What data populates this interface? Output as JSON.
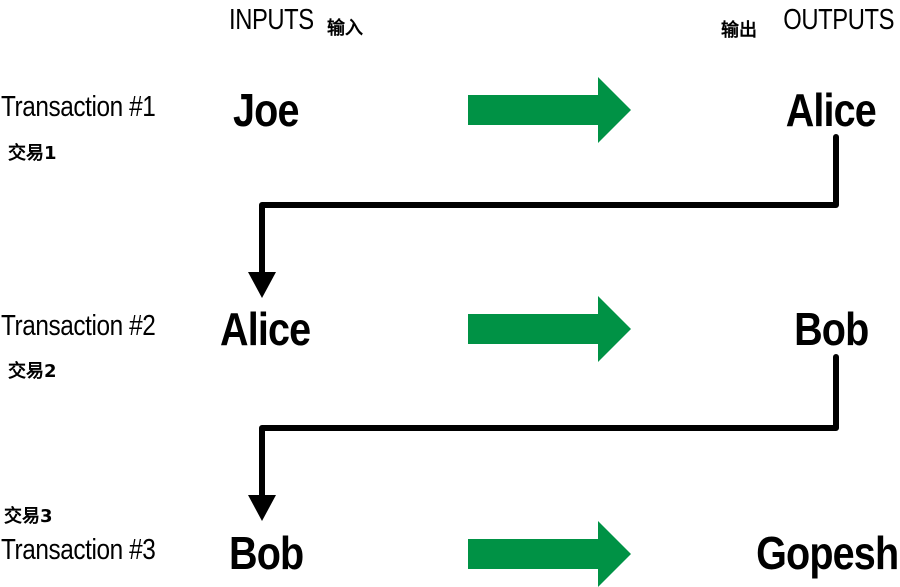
{
  "header": {
    "inputs_label": "INPUTS",
    "inputs_zh": "输入",
    "outputs_zh": "输出",
    "outputs_label": "OUTPUTS"
  },
  "transactions": [
    {
      "label": "Transaction #1",
      "label_zh": "交易1",
      "input": "Joe",
      "output": "Alice"
    },
    {
      "label": "Transaction #2",
      "label_zh": "交易2",
      "input": "Alice",
      "output": "Bob"
    },
    {
      "label": "Transaction #3",
      "label_zh": "交易3",
      "input": "Bob",
      "output": "Gopesh"
    }
  ],
  "colors": {
    "arrow_green": "#009245",
    "connector": "#000000"
  }
}
